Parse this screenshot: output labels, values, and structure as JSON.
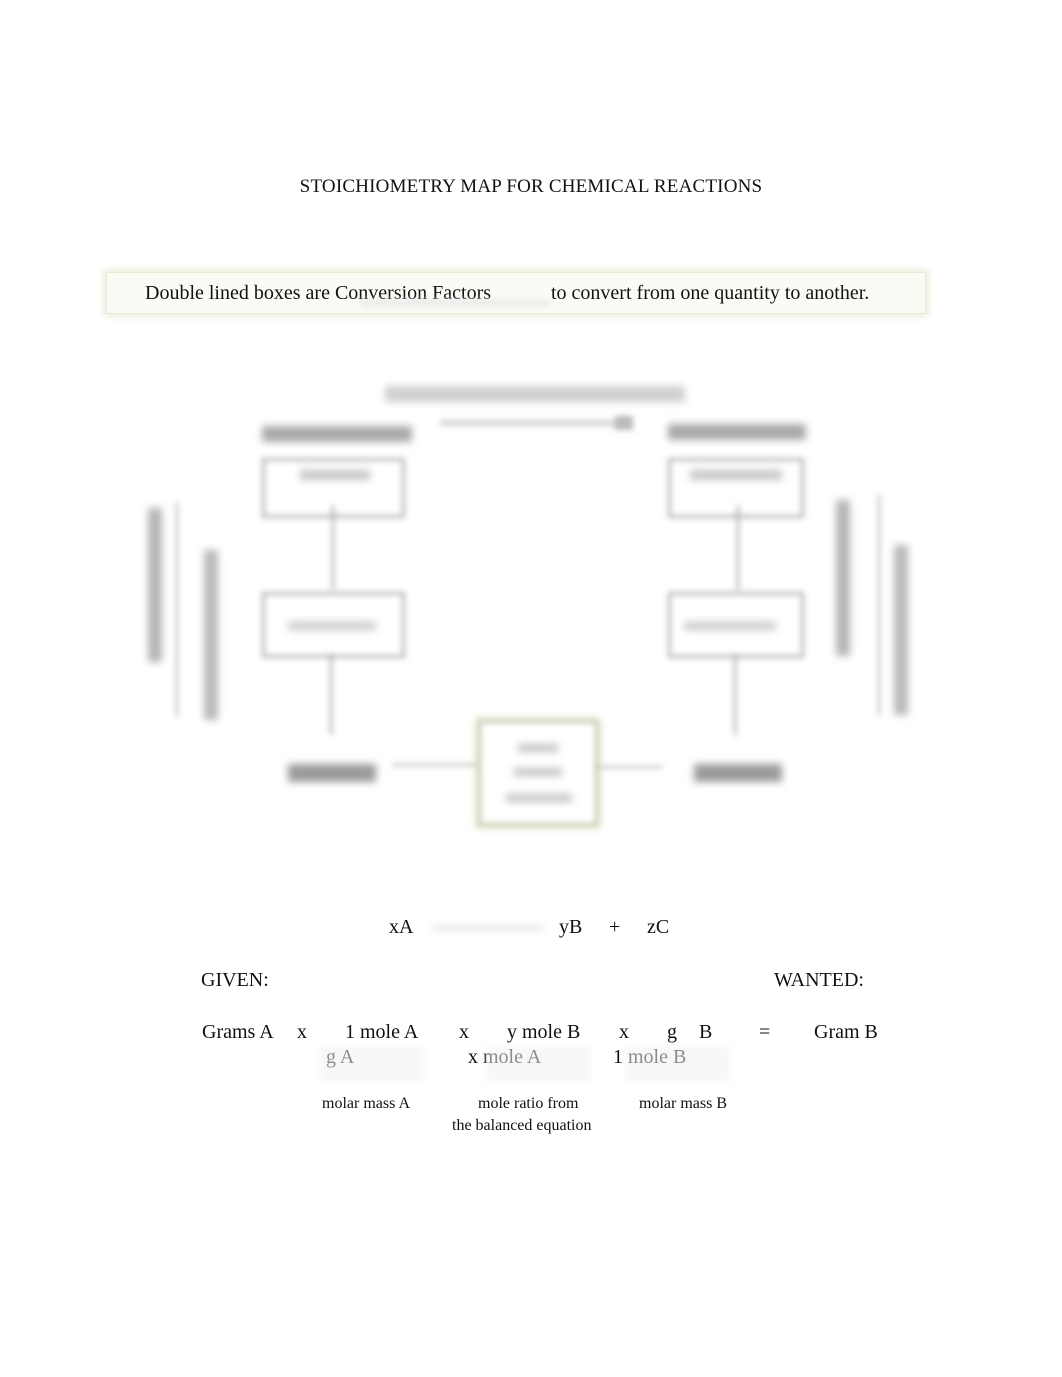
{
  "title": "STOICHIOMETRY MAP FOR CHEMICAL REACTIONS",
  "banner": {
    "part1": "Double lined boxes are Conversion Factors",
    "part2": "to convert from one quantity to another."
  },
  "equation": {
    "reactant": "xA",
    "product1": "yB",
    "plus": "+",
    "product2": "zC"
  },
  "given_label": "GIVEN:",
  "wanted_label": "WANTED:",
  "calc": {
    "start": "Grams A",
    "times1": "x",
    "f1_num": "1 mole A",
    "f1_den": "g A",
    "times2": "x",
    "f2_num": "y mole B",
    "f2_den": "x mole A",
    "times3": "x",
    "f3_num_g": "g",
    "f3_num_b": "B",
    "f3_den": "1 mole B",
    "equals": "=",
    "result": "Gram B"
  },
  "notes": {
    "molar_mass_a": "molar mass A",
    "mole_ratio_1": "mole ratio from",
    "mole_ratio_2": "the balanced equation",
    "molar_mass_b": "molar mass B"
  }
}
